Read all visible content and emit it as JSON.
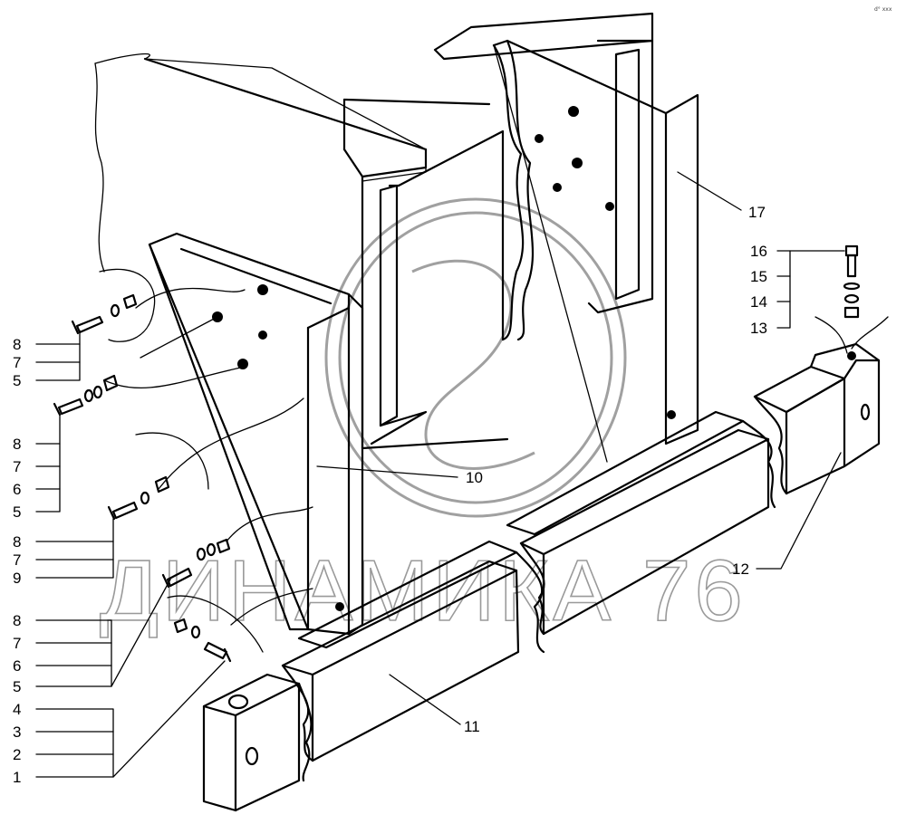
{
  "watermark": {
    "text": "ДИНАМИКА 76"
  },
  "corner_mark": "d° xxx",
  "callouts": {
    "group_a": [
      "8",
      "7",
      "5"
    ],
    "group_b": [
      "8",
      "7",
      "6",
      "5"
    ],
    "group_c": [
      "8",
      "7",
      "9"
    ],
    "group_d": [
      "8",
      "7",
      "6",
      "5"
    ],
    "group_e": [
      "4",
      "3",
      "2",
      "1"
    ],
    "group_right": [
      "16",
      "15",
      "14",
      "13"
    ],
    "part_10": "10",
    "part_11": "11",
    "part_12": "12",
    "part_17": "17"
  }
}
